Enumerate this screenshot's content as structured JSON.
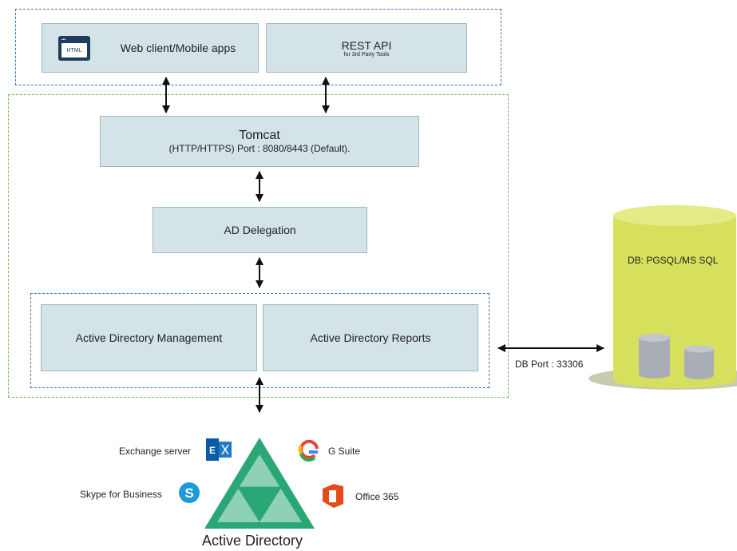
{
  "clients": {
    "html_badge": "HTML",
    "web_client": "Web client/Mobile apps",
    "rest_api": "REST API",
    "rest_api_sub": "for 3rd Party Tools"
  },
  "server": {
    "tomcat": "Tomcat",
    "tomcat_sub": "(HTTP/HTTPS) Port : 8080/8443 (Default).",
    "ad_delegation": "AD Delegation",
    "ad_management": "Active Directory Management",
    "ad_reports": "Active Directory Reports"
  },
  "database": {
    "label": "DB: PGSQL/MS SQL",
    "port": "DB Port : 33306"
  },
  "active_directory": {
    "title": "Active Directory",
    "integrations": {
      "exchange": "Exchange server",
      "gsuite": "G Suite",
      "skype": "Skype for Business",
      "office365": "Office 365"
    }
  },
  "colors": {
    "box_fill": "#d3e3e8",
    "client_border": "#3a73b8",
    "server_border": "#6cbf5a",
    "db_fill": "#d6e05c",
    "ad_triangle": "#2aa775"
  }
}
